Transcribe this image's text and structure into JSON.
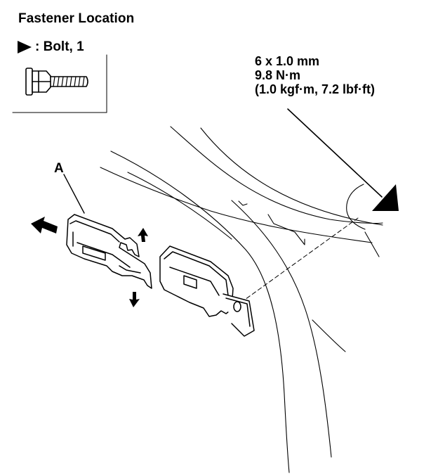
{
  "title": "Fastener Location",
  "legend": {
    "marker_icon": "solid-triangle-arrow-icon",
    "label": ": Bolt, 1"
  },
  "torque_spec": {
    "size": "6 x 1.0 mm",
    "torque_nm": "9.8 N·m",
    "torque_alt": "(1.0 kgf·m, 7.2 lbf·ft)"
  },
  "callouts": {
    "part_a": "A"
  },
  "colors": {
    "ink": "#000000",
    "paper": "#ffffff"
  }
}
